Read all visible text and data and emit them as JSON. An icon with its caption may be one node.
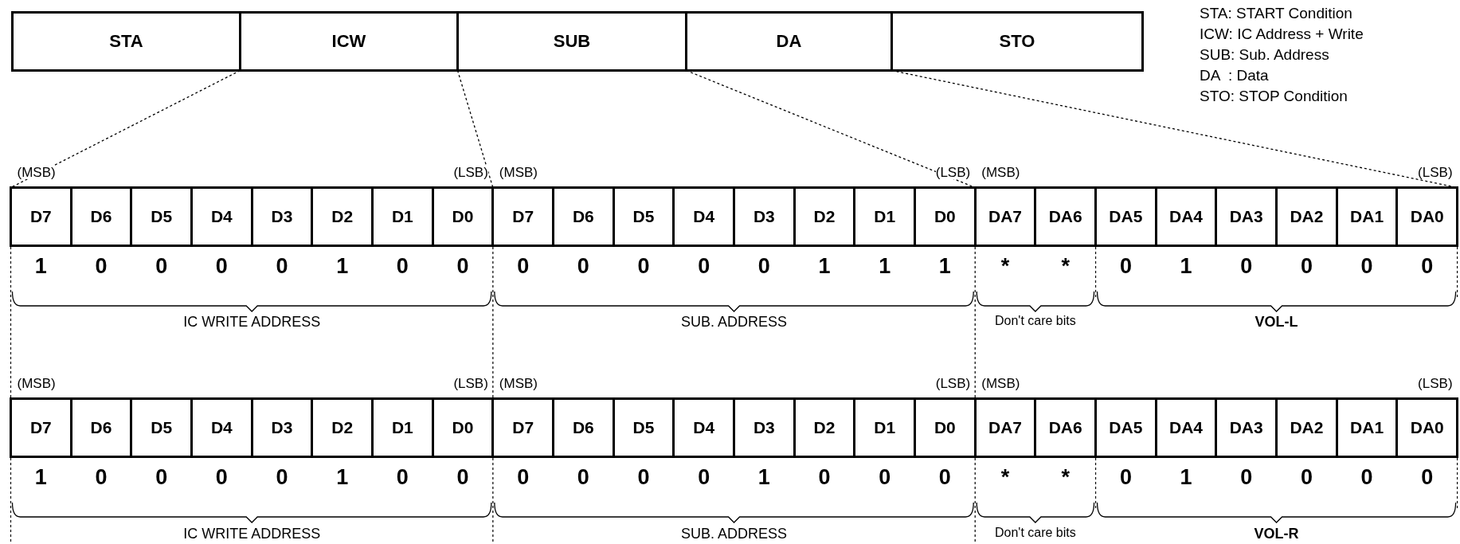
{
  "diagram": {
    "nodes": [
      {
        "text": [
          "STA"
        ]
      },
      {
        "text": [
          "ICW"
        ]
      },
      {
        "text": [
          "SUB"
        ]
      },
      {
        "text": [
          "DA"
        ]
      },
      {
        "text": [
          "STO"
        ]
      },
      {
        "text": [
          "D7"
        ]
      },
      {
        "text": [
          "D6"
        ]
      },
      {
        "text": [
          "D5"
        ]
      },
      {
        "text": [
          "D4"
        ]
      },
      {
        "text": [
          "D3"
        ]
      },
      {
        "text": [
          "D2"
        ]
      },
      {
        "text": [
          "D1"
        ]
      },
      {
        "text": [
          "D0"
        ]
      },
      {
        "text": [
          "D7"
        ]
      },
      {
        "text": [
          "D6"
        ]
      },
      {
        "text": [
          "D5"
        ]
      },
      {
        "text": [
          "D4"
        ]
      },
      {
        "text": [
          "D3"
        ]
      },
      {
        "text": [
          "D2"
        ]
      },
      {
        "text": [
          "D1"
        ]
      },
      {
        "text": [
          "D0"
        ]
      },
      {
        "text": [
          "DA7"
        ]
      },
      {
        "text": [
          "DA6"
        ]
      },
      {
        "text": [
          "DA5"
        ]
      },
      {
        "text": [
          "DA4"
        ]
      },
      {
        "text": [
          "DA3"
        ]
      },
      {
        "text": [
          "DA2"
        ]
      },
      {
        "text": [
          "DA1"
        ]
      },
      {
        "text": [
          "DA0"
        ]
      },
      {
        "text": [
          "D7"
        ]
      },
      {
        "text": [
          "D6"
        ]
      },
      {
        "text": [
          "D5"
        ]
      },
      {
        "text": [
          "D4"
        ]
      },
      {
        "text": [
          "D3"
        ]
      },
      {
        "text": [
          "D2"
        ]
      },
      {
        "text": [
          "D1"
        ]
      },
      {
        "text": [
          "D0"
        ]
      },
      {
        "text": [
          "D7"
        ]
      },
      {
        "text": [
          "D6"
        ]
      },
      {
        "text": [
          "D5"
        ]
      },
      {
        "text": [
          "D4"
        ]
      },
      {
        "text": [
          "D3"
        ]
      },
      {
        "text": [
          "D2"
        ]
      },
      {
        "text": [
          "D1"
        ]
      },
      {
        "text": [
          "D0"
        ]
      },
      {
        "text": [
          "DA7"
        ]
      },
      {
        "text": [
          "DA6"
        ]
      },
      {
        "text": [
          "DA5"
        ]
      },
      {
        "text": [
          "DA4"
        ]
      },
      {
        "text": [
          "DA3"
        ]
      },
      {
        "text": [
          "DA2"
        ]
      },
      {
        "text": [
          "DA1"
        ]
      },
      {
        "text": [
          "DA0"
        ]
      }
    ],
    "edges": [
      {
        "from": 1,
        "to": 5,
        "arrow": "none",
        "style": "dashed"
      },
      {
        "from": 1,
        "to": 12,
        "arrow": "none",
        "style": "dashed"
      },
      {
        "from": 2,
        "to": 20,
        "arrow": "none",
        "style": "dashed"
      },
      {
        "from": 3,
        "to": 28,
        "arrow": "none",
        "style": "dashed"
      }
    ],
    "labels": [
      "STA: START Condition",
      "ICW: IC Address + Write",
      "SUB: Sub. Address",
      "DA  : Data",
      "STO: STOP Condition",
      "(MSB)",
      "(LSB)",
      "(MSB)",
      "(LSB)",
      "(MSB)",
      "(LSB)",
      "1",
      "0",
      "0",
      "0",
      "0",
      "1",
      "0",
      "0",
      "0",
      "0",
      "0",
      "0",
      "0",
      "1",
      "1",
      "1",
      "*",
      "*",
      "0",
      "1",
      "0",
      "0",
      "0",
      "0",
      "IC WRITE ADDRESS",
      "SUB. ADDRESS",
      "Don't care bits",
      "VOL-L",
      "(MSB)",
      "(LSB)",
      "(MSB)",
      "(LSB)",
      "(MSB)",
      "(LSB)",
      "1",
      "0",
      "0",
      "0",
      "0",
      "1",
      "0",
      "0",
      "0",
      "0",
      "0",
      "0",
      "1",
      "0",
      "0",
      "0",
      "*",
      "*",
      "0",
      "1",
      "0",
      "0",
      "0",
      "0",
      "IC WRITE ADDRESS",
      "SUB. ADDRESS",
      "Don't care bits",
      "VOL-R"
    ]
  }
}
